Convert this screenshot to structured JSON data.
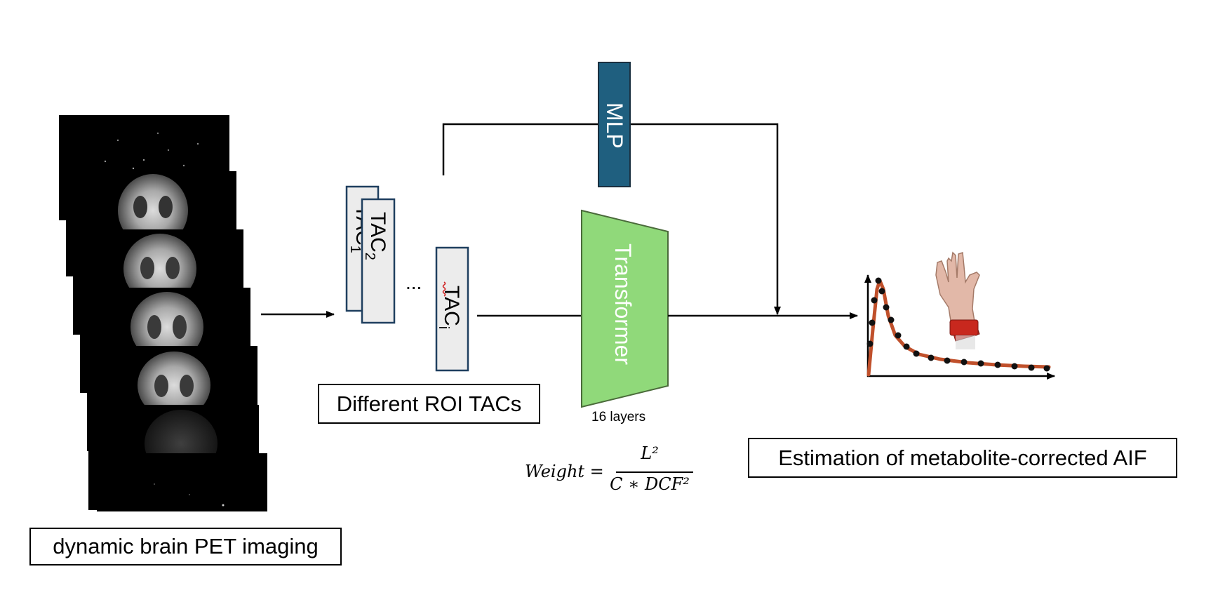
{
  "diagram": {
    "input_label": "dynamic brain PET imaging",
    "roi_label": "Different ROI TACs",
    "tac_first": "TAC",
    "tac_first_sub": "1",
    "tac_second": "TAC",
    "tac_second_sub": "2",
    "tac_last": "TAC",
    "tac_last_sub": "i",
    "ellipsis": "...",
    "mlp_label": "MLP",
    "transformer_label": "Transformer",
    "transformer_layers": "16 layers",
    "output_label": "Estimation of metabolite-corrected AIF",
    "formula": {
      "lhs": "Weight =",
      "numerator": "L²",
      "denominator": "C ∗ DCF²"
    },
    "colors": {
      "mlp": "#1f5f7f",
      "transformer": "#90d97a",
      "tac_fill": "#ececec",
      "tac_border": "#1f3f5f",
      "curve": "#c0502b",
      "points": "#111111",
      "wristband": "#c8281e"
    }
  }
}
